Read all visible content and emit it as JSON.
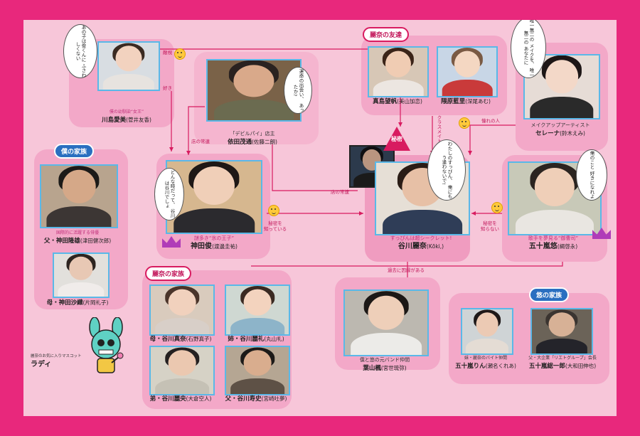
{
  "groups": {
    "boku_family": "僕の家族",
    "rena_family": "麗奈の家族",
    "rena_friends": "麗奈の友達",
    "yu_family": "悠の家族"
  },
  "secret_label": "秘密",
  "characters": {
    "kawashima": {
      "sub": "僕の幼馴染“女王”",
      "name": "川島愛美",
      "actor": "(菅井友香)"
    },
    "yoda": {
      "sub": "「デビルパイ」店主",
      "name": "依田茂通",
      "actor": "(佐藤二朗)"
    },
    "mashima": {
      "name": "真島望帆",
      "actor": "(美山加恋)"
    },
    "kurihara": {
      "name": "隈原藍里",
      "actor": "(深尾あむ)"
    },
    "serena": {
      "sub": "メイクアップアーティスト",
      "name": "セレーナ",
      "actor": "(鈴木えみ)"
    },
    "kanda_father": {
      "sub": "国際的に活躍する俳優",
      "name": "父・神田隆雄",
      "actor": "(津田健次郎)"
    },
    "kanda_mother": {
      "name": "母・神田沙織",
      "actor": "(片岡礼子)"
    },
    "kanda_shun": {
      "sub": "謎多き“氷の王子”",
      "name": "神田俊",
      "actor": "(渡邊圭祐)"
    },
    "tanigawa_rena": {
      "sub": "すっぴんは超シークレット!",
      "name": "谷川麗奈",
      "actor": "(Kōki,)"
    },
    "igarashi_yu": {
      "sub": "歌手を夢見る“御曹司”",
      "name": "五十嵐悠",
      "actor": "(綱啓永)"
    },
    "mother_mana": {
      "name": "母・谷川真奈",
      "actor": "(石野真子)"
    },
    "sister_rei": {
      "name": "姉・谷川麗礼",
      "actor": "(丸山礼)"
    },
    "brother_reio": {
      "name": "弟・谷川麗央",
      "actor": "(大倉空人)"
    },
    "father_hisashi": {
      "name": "父・谷川寿史",
      "actor": "(宮崎吐夢)"
    },
    "hayama": {
      "sub": "僕と悠の元バンド仲間",
      "name": "葉山楓",
      "actor": "(宮世琉弥)"
    },
    "rin": {
      "sub": "妹・麗奈のバイト仲間",
      "name": "五十嵐りん",
      "actor": "(瀬名くれあ)"
    },
    "soichiro": {
      "sub": "父・大企業「リエトグループ」会長",
      "name": "五十嵐総一郎",
      "actor": "(大和田伸也)"
    },
    "radi": {
      "sub": "麗奈のお気に入りマスコット",
      "name": "ラディ"
    }
  },
  "relations": {
    "distaste": "敵視",
    "like": "好き",
    "regular1": "店の常連",
    "regular2": "店の常連",
    "classmate": "クラスメイト",
    "admire": "憧れの人",
    "know_secret": "秘密を\n知っている",
    "not_know_secret": "秘密を\n知らない",
    "past_trouble": "過去に因縁がある"
  },
  "bubbles": {
    "kawashima": "あの子は俊くんに\nふさわしくない",
    "yoda": "運命の出会い、\nあったか?",
    "kanda": "どんな時だって、\n谷川は谷川でしょ",
    "rena": "わたしのすっぴん、\n俺にもう逢わないで!",
    "yu": "俺のこと\n好きになれよ",
    "serena": "唯一無二の\nメイクを、\n唯一無二の\nあなたに"
  }
}
